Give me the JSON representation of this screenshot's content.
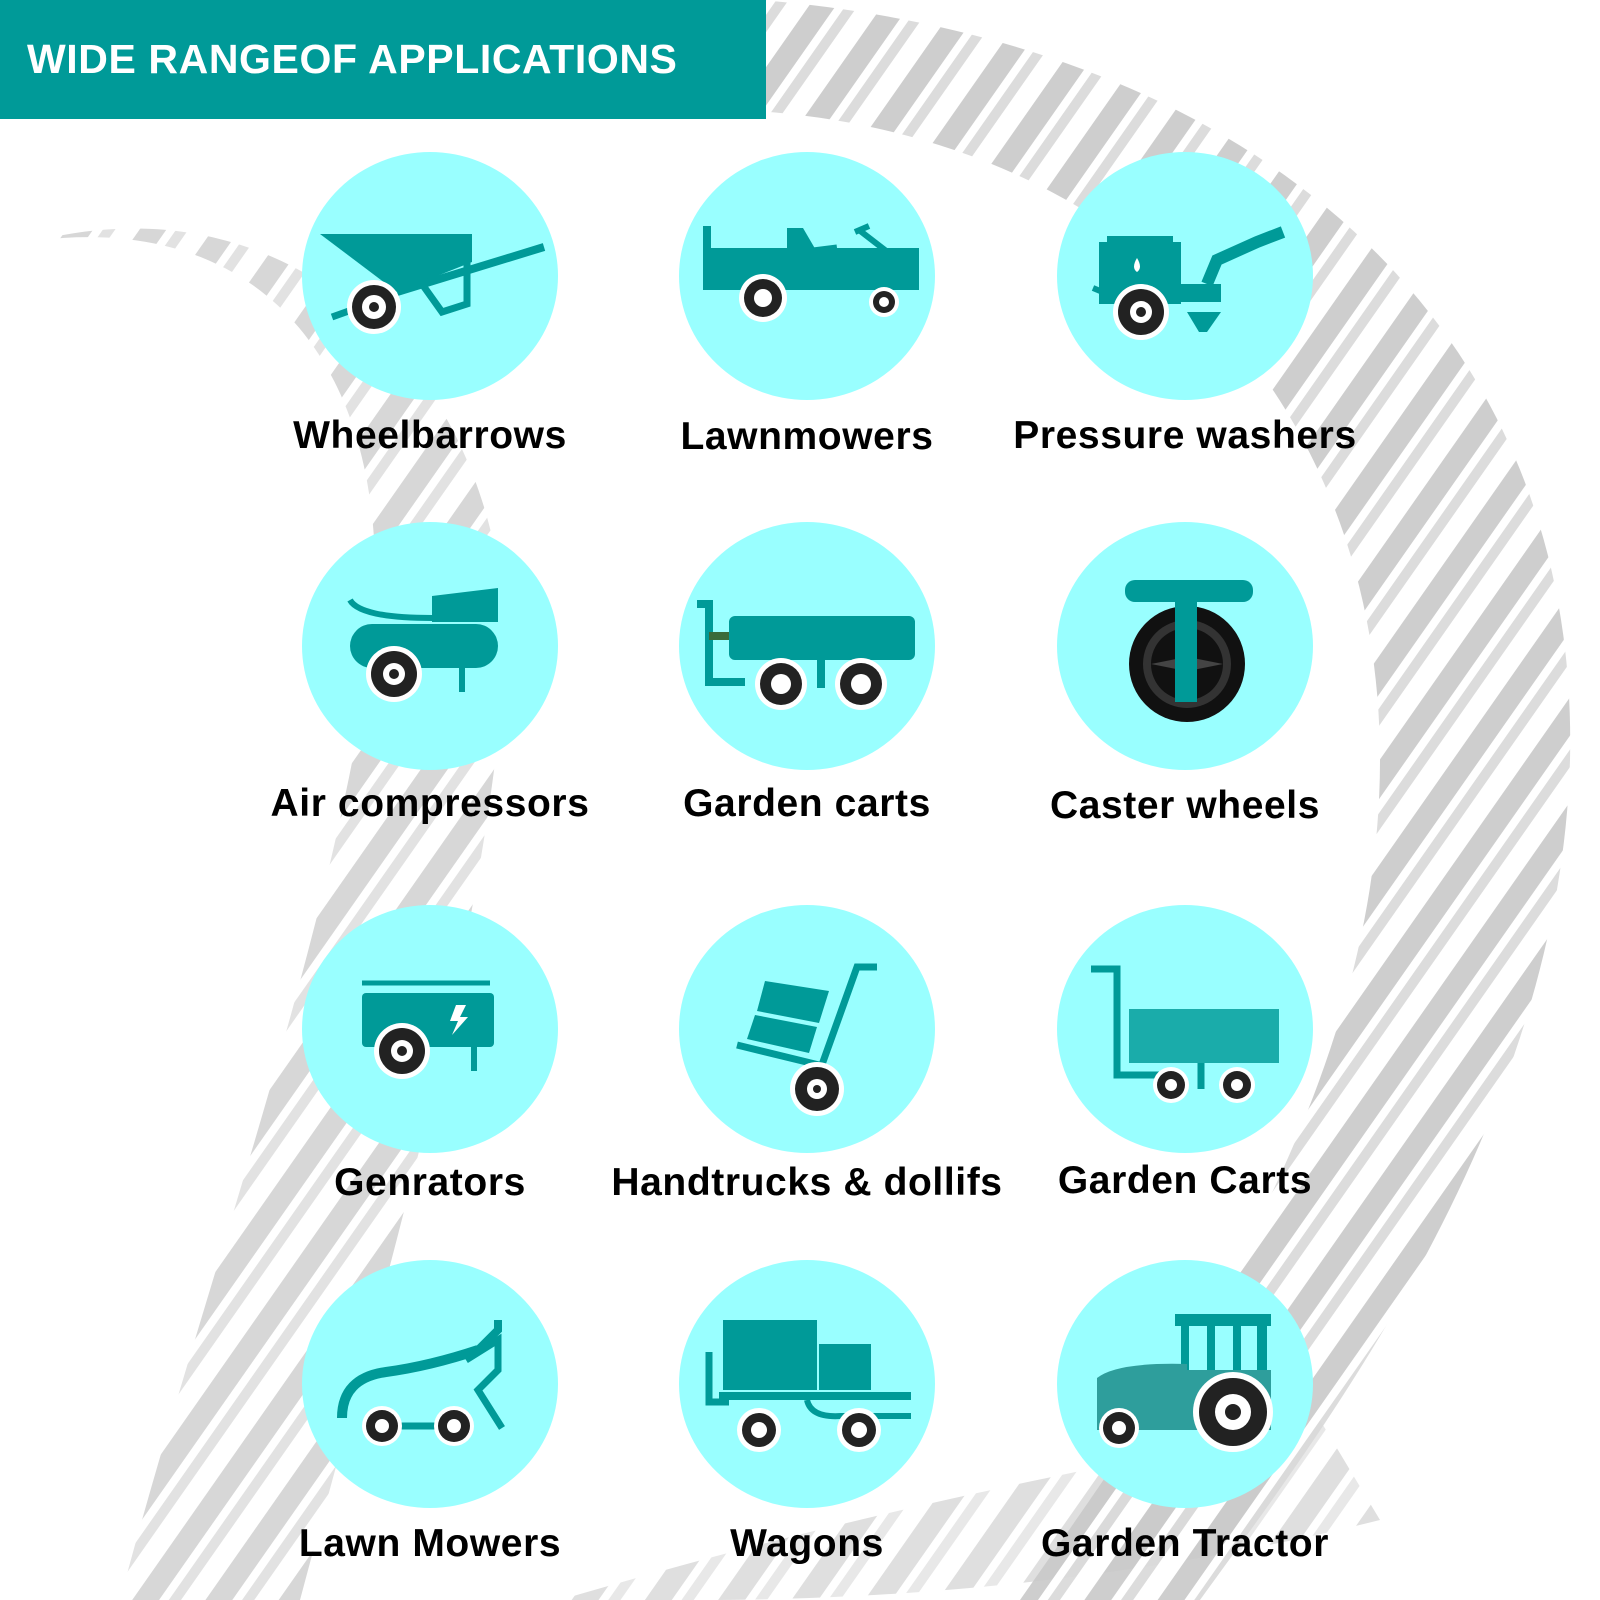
{
  "header": {
    "title": "WIDE RANGEOF APPLICATIONS"
  },
  "colors": {
    "banner": "#009a98",
    "circle": "#99ffff",
    "icon": "#009a98",
    "wheel": "#222222",
    "track": "#c8c8c8"
  },
  "items": [
    {
      "label": "Wheelbarrows",
      "icon": "wheelbarrow-icon"
    },
    {
      "label": "Lawnmowers",
      "icon": "riding-mower-icon"
    },
    {
      "label": "Pressure washers",
      "icon": "pressure-washer-icon"
    },
    {
      "label": "Air compressors",
      "icon": "air-compressor-icon"
    },
    {
      "label": "Garden carts",
      "icon": "garden-cart-icon"
    },
    {
      "label": "Caster wheels",
      "icon": "caster-wheel-icon"
    },
    {
      "label": "Genrators",
      "icon": "generator-icon"
    },
    {
      "label": "Handtrucks & dollifs",
      "icon": "hand-truck-icon"
    },
    {
      "label": "Garden Carts",
      "icon": "garden-cart-flatbed-icon"
    },
    {
      "label": "Lawn Mowers",
      "icon": "push-mower-icon"
    },
    {
      "label": "Wagons",
      "icon": "wagon-icon"
    },
    {
      "label": "Garden Tractor",
      "icon": "garden-tractor-icon"
    }
  ]
}
